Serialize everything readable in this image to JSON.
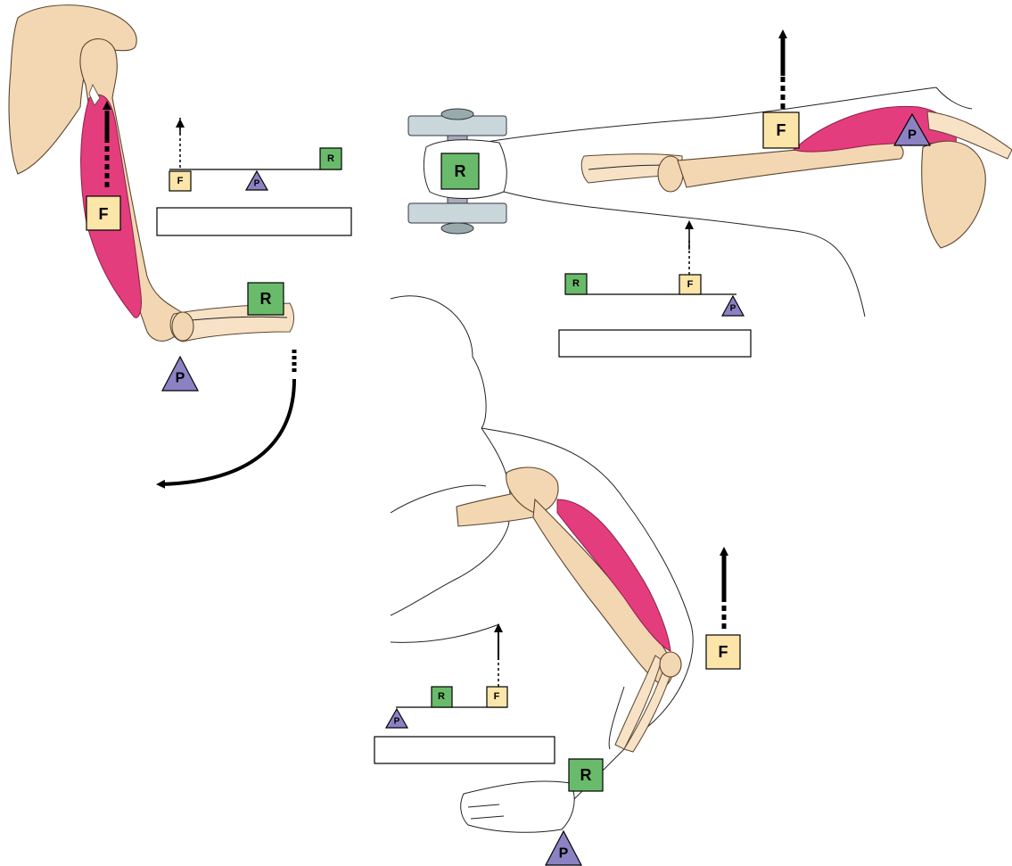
{
  "labels": {
    "force": "F",
    "resistance": "R",
    "pivot": "P"
  },
  "answer_boxes": {
    "box1": "",
    "box2": "",
    "box3": ""
  },
  "colors": {
    "force_box": "#fce5a8",
    "resistance_box": "#69bb6b",
    "pivot_triangle": "#8b82c3",
    "muscle": "#e43d7e",
    "bone": "#f3d7b2"
  }
}
